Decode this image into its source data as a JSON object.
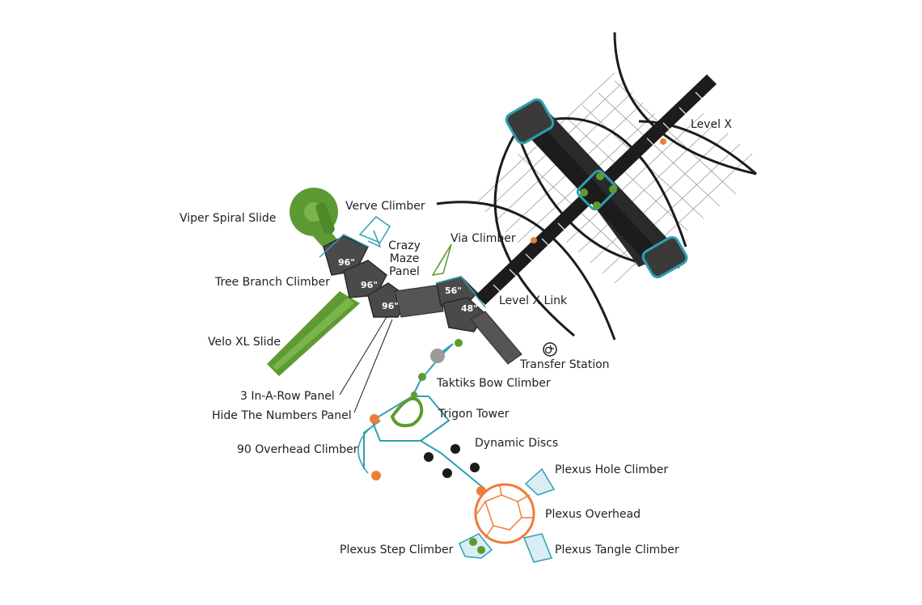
{
  "labels": {
    "level_x": "Level X",
    "verve_climber": "Verve Climber",
    "viper_spiral_slide": "Viper Spiral Slide",
    "crazy_maze_panel": "Crazy Maze Panel",
    "via_climber": "Via Climber",
    "tree_branch_climber": "Tree Branch Climber",
    "level_x_link": "Level X Link",
    "velo_xl_slide": "Velo XL Slide",
    "transfer_station": "Transfer Station",
    "taktiks_bow_climber": "Taktiks Bow Climber",
    "three_in_a_row_panel": "3 In-A-Row Panel",
    "trigon_tower": "Trigon Tower",
    "hide_the_numbers_panel": "Hide The Numbers Panel",
    "dynamic_discs": "Dynamic Discs",
    "ninety_overhead_climber": "90 Overhead Climber",
    "plexus_hole_climber": "Plexus Hole Climber",
    "plexus_overhead": "Plexus Overhead",
    "plexus_step_climber": "Plexus Step Climber",
    "plexus_tangle_climber": "Plexus Tangle Climber"
  },
  "deck_heights": {
    "deck_1": "96\"",
    "deck_2": "96\"",
    "deck_3": "96\"",
    "deck_4": "56\"",
    "deck_5": "48\""
  },
  "icons": {
    "transfer": "wheelchair-transfer-icon"
  },
  "colors": {
    "slide_green": "#5e9a33",
    "deck_gray": "#4a4a4a",
    "teal": "#2f9fb3",
    "orange": "#ef7c3a",
    "black": "#1c1c1c"
  }
}
